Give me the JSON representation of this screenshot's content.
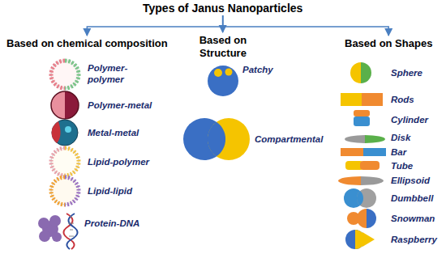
{
  "diagram": {
    "nodes": [
      {
        "text": [
          "Types of Janus Nanoparticles"
        ]
      },
      {
        "text": [
          "Based on chemical composition"
        ]
      },
      {
        "text": [
          "Based on Structure"
        ]
      },
      {
        "text": [
          "Based on Shapes"
        ]
      }
    ],
    "edges": [
      {
        "from": 0,
        "to": 1,
        "arrow": "to"
      },
      {
        "from": 0,
        "to": 2,
        "arrow": "to"
      },
      {
        "from": 0,
        "to": 3,
        "arrow": "to"
      }
    ],
    "labels": [
      "Polymer-polymer",
      "Polymer-metal",
      "Metal-metal",
      "Lipid-polymer",
      "Lipid-lipid",
      "Protein-DNA",
      "Patchy",
      "Compartmental",
      "Sphere",
      "Rods",
      "Cylinder",
      "Disk",
      "Bar",
      "Tube",
      "Ellipsoid",
      "Dumbbell",
      "Snowman",
      "Raspberry"
    ]
  }
}
